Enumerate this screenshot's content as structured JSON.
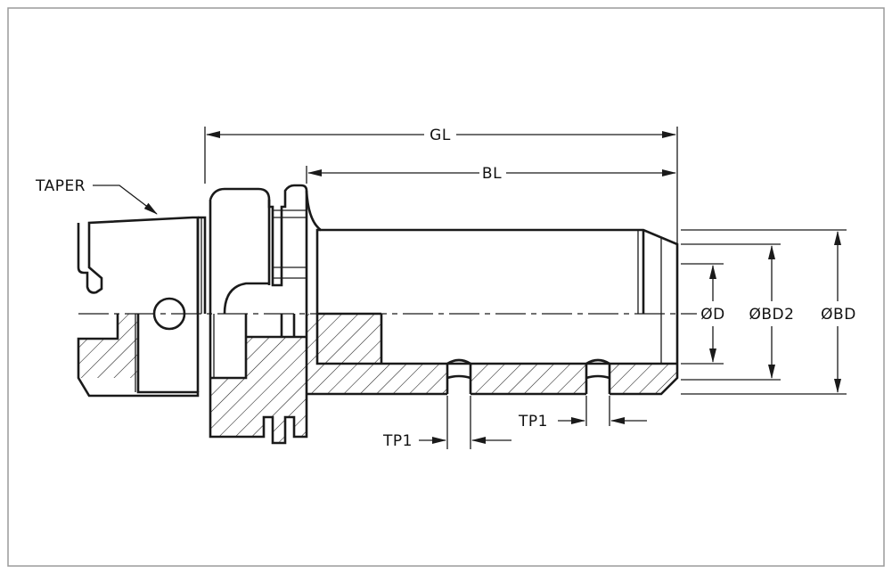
{
  "labels": {
    "taper": "TAPER",
    "gl": "GL",
    "bl": "BL",
    "d": "ØD",
    "bd2": "ØBD2",
    "bd": "ØBD",
    "tp1_left": "TP1",
    "tp1_right": "TP1"
  },
  "colors": {
    "line": "#1a1a1a",
    "frame": "#9a9a9a",
    "background": "#ffffff"
  }
}
